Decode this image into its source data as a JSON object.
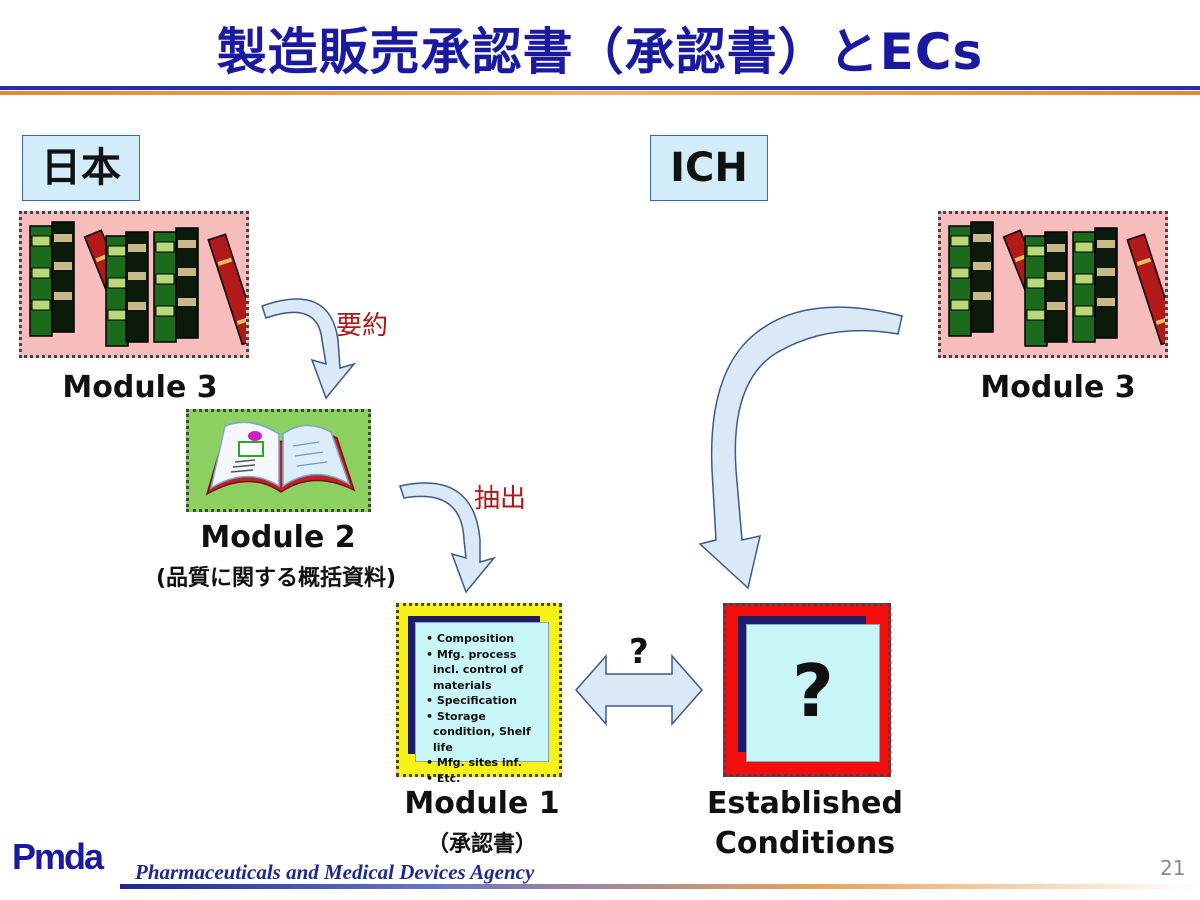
{
  "title": "製造販売承認書（承認書）とECs",
  "regions": {
    "left": "日本",
    "right": "ICH"
  },
  "left_column": {
    "module3_label": "Module 3",
    "module2_label": "Module 2",
    "module2_sub": "(品質に関する概括資料)",
    "module1_label": "Module 1",
    "module1_sub": "（承認書）",
    "arrow1_note": "要約",
    "arrow2_note": "抽出",
    "module1_items": [
      "Composition",
      "Mfg. process incl. control of materials",
      "Specification",
      "Storage condition, Shelf life",
      "Mfg. sites inf.",
      "Etc."
    ]
  },
  "right_column": {
    "module3_label": "Module 3",
    "ec_label_line1": "Established",
    "ec_label_line2": "Conditions",
    "ec_mark": "?"
  },
  "comparison_mark": "?",
  "footer": {
    "logo": "Pmda",
    "org": "Pharmaceuticals and Medical Devices Agency",
    "page_number": "21"
  },
  "colors": {
    "title": "#1a1aa0",
    "region_label_bg": "#d2ecfa",
    "module3_panel": "#f7bcbc",
    "module2_panel": "#8bd060",
    "module1_panel": "#f6f21a",
    "ec_panel": "#f40d0d",
    "note_text": "#b01818"
  },
  "icons": [
    "books-icon",
    "open-book-icon",
    "document-icon",
    "question-document-icon",
    "curved-arrow-icon",
    "double-arrow-icon"
  ]
}
